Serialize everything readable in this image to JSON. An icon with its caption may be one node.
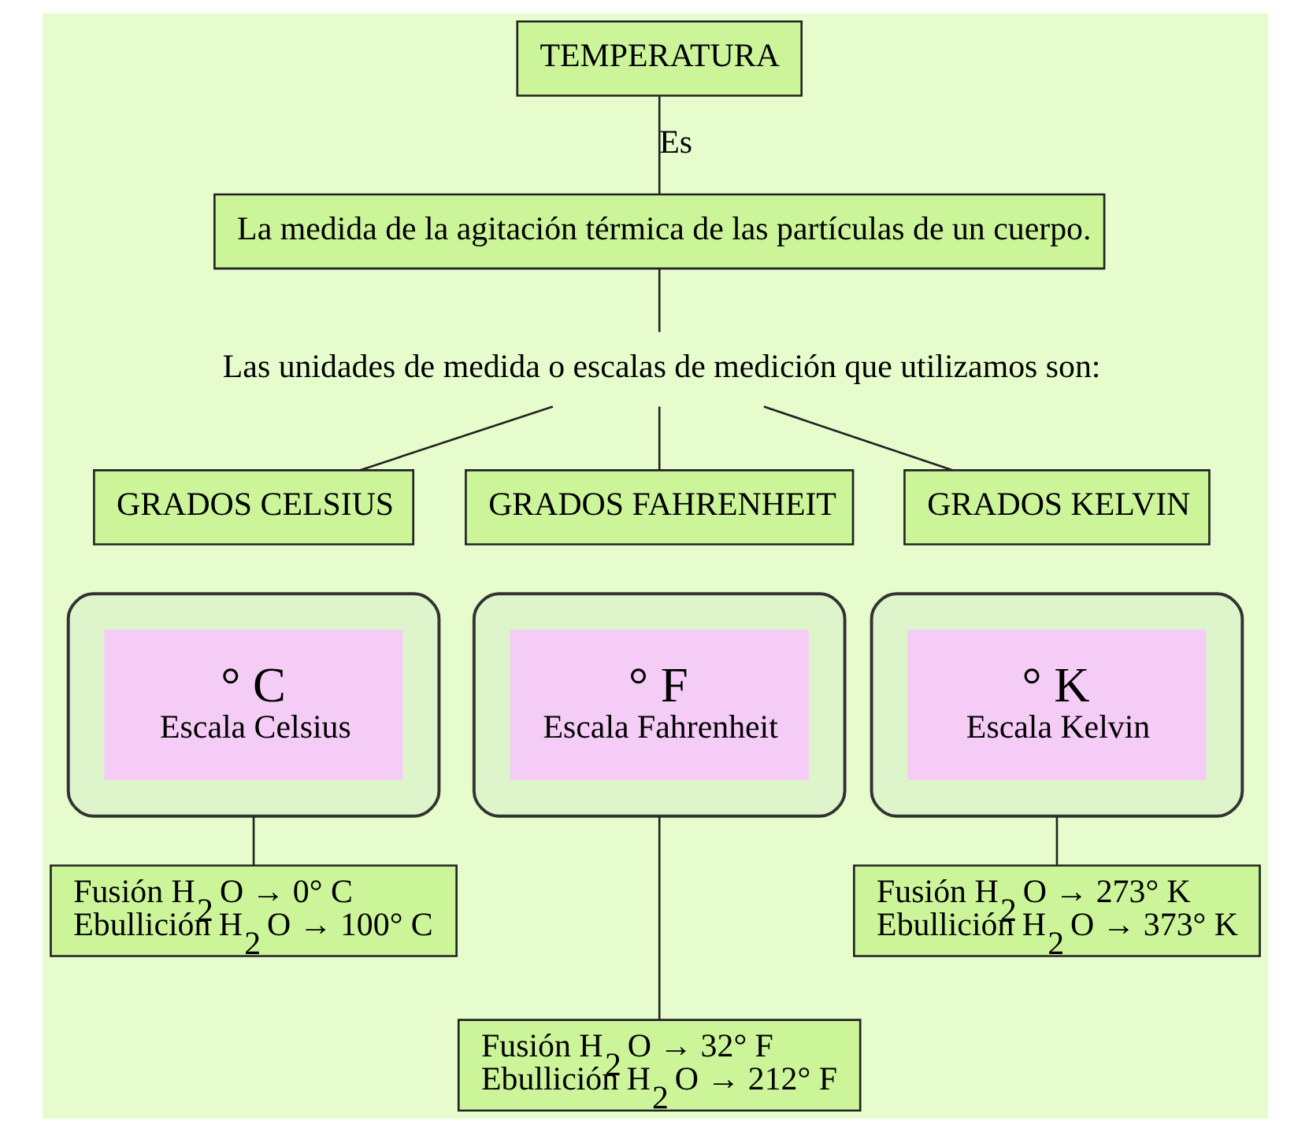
{
  "diagram": {
    "nodes": [
      {
        "text": [
          "TEMPERATURA"
        ]
      },
      {
        "text": [
          "La medida de la agitación térmica de las partículas de un cuerpo."
        ]
      },
      {
        "text": [
          "Las unidades de medida o escalas de medición que utilizamos son:"
        ]
      },
      {
        "text": [
          "GRADOS CELSIUS"
        ]
      },
      {
        "text": [
          "GRADOS FAHRENHEIT"
        ]
      },
      {
        "text": [
          "GRADOS KELVIN"
        ]
      },
      {
        "text": [],
        "shape": "ellipse"
      },
      {
        "text": [
          "° C",
          "Escala Celsius"
        ],
        "in": 6
      },
      {
        "text": [],
        "shape": "ellipse"
      },
      {
        "text": [
          "° F",
          "Escala Fahrenheit"
        ],
        "in": 8
      },
      {
        "text": [],
        "shape": "ellipse"
      },
      {
        "text": [
          "° K",
          "Escala Kelvin"
        ],
        "in": 10
      },
      {
        "text": [
          "Fusión H$_{2}$ O → 0° C",
          "Ebullición H$_{2}$ O → 100° C"
        ]
      },
      {
        "text": [
          "Fusión H$_{2}$ O → 32° F",
          "Ebullición H$_{2}$ O → 212° F"
        ]
      },
      {
        "text": [
          "Fusión H$_{2}$ O → 273° K",
          "Ebullición H$_{2}$ O → 373° K"
        ]
      }
    ],
    "edges": [
      {
        "from": 0,
        "to": 1,
        "arrow": "none",
        "label": "Es"
      },
      {
        "from": 1,
        "to": 2,
        "arrow": "none"
      },
      {
        "from": 2,
        "to": 3,
        "arrow": "none"
      },
      {
        "from": 2,
        "to": 4,
        "arrow": "none"
      },
      {
        "from": 2,
        "to": 5,
        "arrow": "none"
      },
      {
        "from": 6,
        "to": 12,
        "arrow": "none"
      },
      {
        "from": 8,
        "to": 13,
        "arrow": "none"
      },
      {
        "from": 10,
        "to": 14,
        "arrow": "none"
      }
    ]
  }
}
